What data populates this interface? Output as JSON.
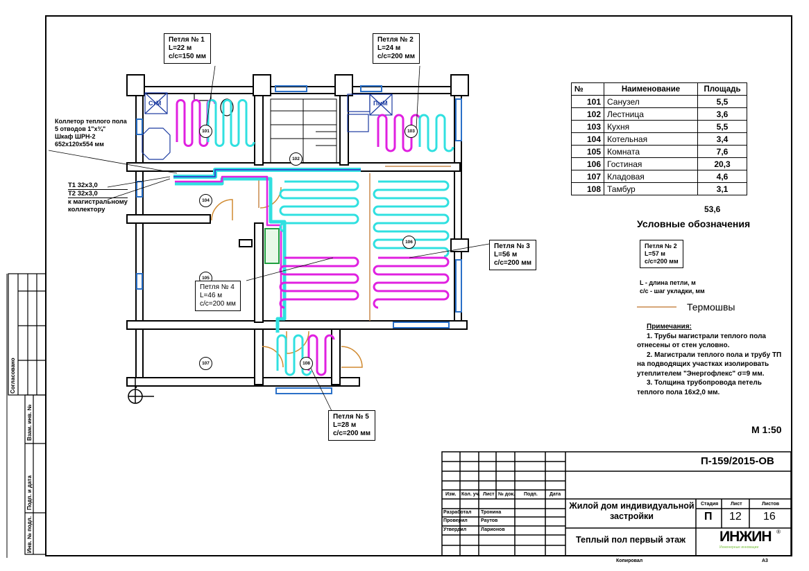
{
  "drawing": {
    "code": "П-159/2015-ОВ",
    "object_name": "Жилой дом индивидуальной застройки",
    "object_name_line1": "Жилой дом индивидуальной",
    "object_name_line2": "застройки",
    "sheet_title": "Теплый пол первый этаж",
    "scale": "М 1:50",
    "format": "А3",
    "copied_label": "Копировал",
    "stage_header": "Стадия",
    "sheet_header": "Лист",
    "sheets_header": "Листов",
    "stage": "П",
    "sheet": "12",
    "sheets": "16",
    "logo_text": "ИНЖИН",
    "logo_subtitle": "Инженерные инновации",
    "logo_mark": "®",
    "logo_color": "#7dc242",
    "revision_headers": [
      "Изм.",
      "Кол. уч.",
      "Лист",
      "№ док.",
      "Подп.",
      "Дата"
    ],
    "signatures": [
      {
        "role": "Разработал",
        "name": "Тронина"
      },
      {
        "role": "Проверил",
        "name": "Раутов"
      },
      {
        "role": "Утвердил",
        "name": "Ларионов"
      }
    ]
  },
  "side_stamp": {
    "agreed": "Согласовано",
    "fields": [
      "Взам. инв. №",
      "Подп. и дата",
      "Инв. № подл."
    ]
  },
  "rooms_table": {
    "headers": [
      "№",
      "Наименование",
      "Площадь"
    ],
    "rows": [
      {
        "no": "101",
        "name": "Санузел",
        "area": "5,5"
      },
      {
        "no": "102",
        "name": "Лестница",
        "area": "3,6"
      },
      {
        "no": "103",
        "name": "Кухня",
        "area": "5,5"
      },
      {
        "no": "104",
        "name": "Котельная",
        "area": "3,4"
      },
      {
        "no": "105",
        "name": "Комната",
        "area": "7,6"
      },
      {
        "no": "106",
        "name": "Гостиная",
        "area": "20,3"
      },
      {
        "no": "107",
        "name": "Кладовая",
        "area": "4,6"
      },
      {
        "no": "108",
        "name": "Тамбур",
        "area": "3,1"
      }
    ],
    "total": "53,6"
  },
  "legend": {
    "title": "Условные обозначения",
    "sample": {
      "line1": "Петля № 2",
      "line2": "L=57 м",
      "line3": "с/с=200 мм"
    },
    "explain1": "L - длина петли, м",
    "explain2": "с/с - шаг укладки, мм",
    "thermoseam_label": "Термошвы",
    "thermoseam_color": "#c8894a"
  },
  "notes": {
    "title": "Примечания:",
    "items": [
      "1. Трубы магистрали теплого пола отнесены от стен условно.",
      "2. Магистрали теплого пола и трубу ТП на подводящих участках изолировать утеплителем \"Энергофлекс\" σ=9 мм.",
      "3. Толщина трубопровода петель теплого пола 16х2,0 мм."
    ]
  },
  "loops": [
    {
      "line1": "Петля № 1",
      "line2": "L=22 м",
      "line3": "с/с=150 мм"
    },
    {
      "line1": "Петля № 2",
      "line2": "L=24 м",
      "line3": "с/с=200 мм"
    },
    {
      "line1": "Петля № 3",
      "line2": "L=56 м",
      "line3": "с/с=200 мм"
    },
    {
      "line1": "Петля № 4",
      "line2": "L=46 м",
      "line3": "с/с=200 мм"
    },
    {
      "line1": "Петля № 5",
      "line2": "L=28 м",
      "line3": "с/с=200 мм"
    }
  ],
  "collector_note": {
    "line1": "Коллетор теплого пола",
    "line2": "5 отводов 1\"х¾\"",
    "line3": "Шкаф ШРН-2",
    "line4": "652х120х554 мм"
  },
  "pipes_note": {
    "t1": "Т1 32х3,0",
    "t2": "Т2 32х3,0",
    "line3": "к магистральному",
    "line4": "коллектору"
  },
  "room_tags": [
    "101",
    "102",
    "103",
    "104",
    "105",
    "106",
    "107",
    "108"
  ],
  "fixture_labels": {
    "washer": "СтМ",
    "dishwasher": "ПмМ"
  },
  "colors": {
    "supply_pipe": "#e020e0",
    "return_pipe": "#30e0e0",
    "main_pipe": "#3050d0",
    "window": "#2a70c8",
    "door": "#d08a30",
    "boiler": "#20a040",
    "wall": "#000000"
  }
}
